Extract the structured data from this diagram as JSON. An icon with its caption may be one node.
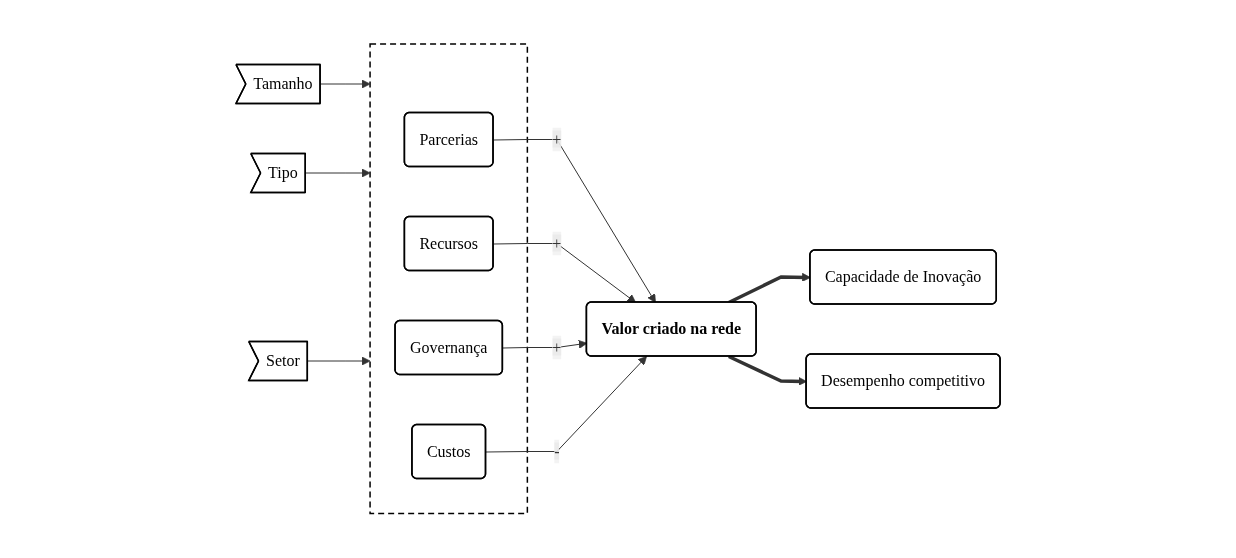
{
  "diagram": {
    "nodes": [
      {
        "text": [
          "Tamanho"
        ]
      },
      {
        "text": [
          "Tipo"
        ]
      },
      {
        "text": [
          "Setor"
        ]
      },
      {
        "text": [],
        "shape": "box"
      },
      {
        "text": [
          "Parcerias"
        ],
        "in": 3
      },
      {
        "text": [
          "Recursos"
        ],
        "in": 3
      },
      {
        "text": [
          "Governança"
        ],
        "in": 3
      },
      {
        "text": [
          "Custos"
        ],
        "in": 3
      },
      {
        "text": [
          "Valor criado na rede"
        ]
      },
      {
        "text": [
          "Capacidade de Inovação"
        ]
      },
      {
        "text": [
          "Desempenho competitivo"
        ]
      }
    ],
    "edges": [
      {
        "from": 0,
        "to": 3,
        "arrow": "to"
      },
      {
        "from": 1,
        "to": 3,
        "arrow": "to"
      },
      {
        "from": 2,
        "to": 3,
        "arrow": "to"
      },
      {
        "from": 4,
        "to": 8,
        "arrow": "to",
        "label": "+"
      },
      {
        "from": 5,
        "to": 8,
        "arrow": "to",
        "label": "+"
      },
      {
        "from": 6,
        "to": 8,
        "arrow": "to",
        "label": "+"
      },
      {
        "from": 7,
        "to": 8,
        "arrow": "to",
        "label": "-"
      },
      {
        "from": 8,
        "to": 9,
        "arrow": "to",
        "style": "thick"
      },
      {
        "from": 8,
        "to": 10,
        "arrow": "to",
        "style": "thick"
      }
    ]
  }
}
